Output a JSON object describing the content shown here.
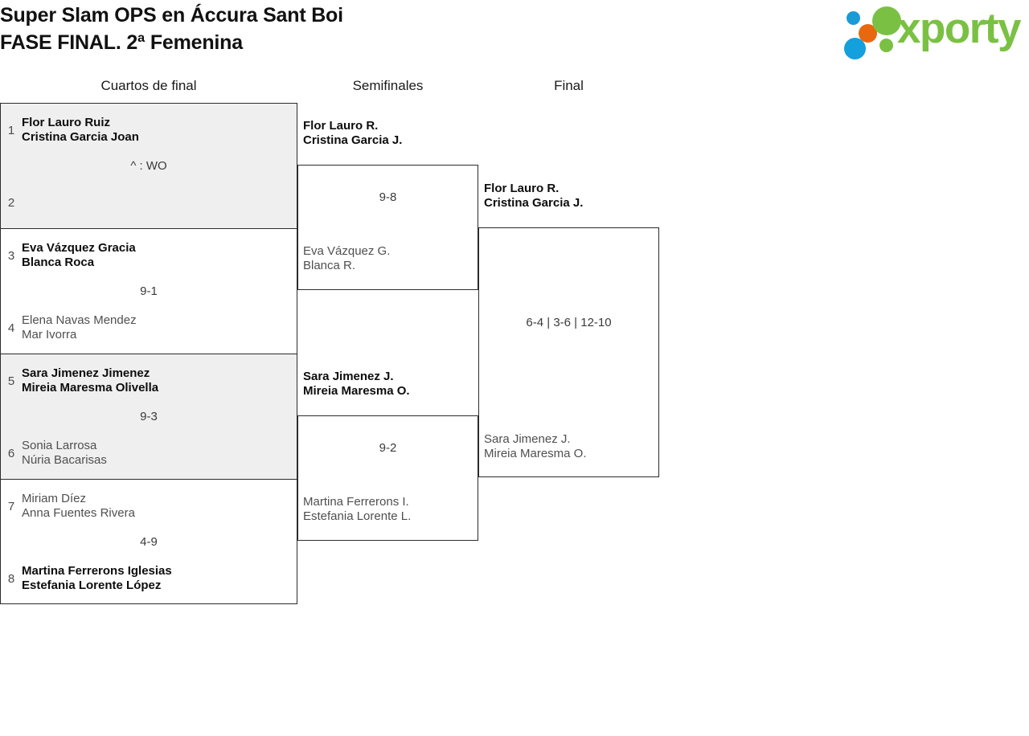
{
  "header": {
    "title_line1": "Super Slam OPS en Áccura Sant Boi",
    "title_line2": "FASE FINAL. 2ª Femenina",
    "logo": {
      "wordmark": "xporty",
      "colors": {
        "green": "#7ac143",
        "blue": "#13a0dc",
        "orange": "#e8680f"
      }
    }
  },
  "bracket": {
    "rounds": [
      {
        "label": "Cuartos de final"
      },
      {
        "label": "Semifinales"
      },
      {
        "label": "Final"
      }
    ],
    "round1": {
      "matches": [
        {
          "shaded": true,
          "score": "^ : WO",
          "top": {
            "seed": "1",
            "result": "winner",
            "player1": "Flor Lauro Ruiz",
            "player2": "Cristina Garcia Joan"
          },
          "bottom": {
            "seed": "2",
            "result": "empty",
            "player1": "",
            "player2": ""
          }
        },
        {
          "shaded": false,
          "score": "9-1",
          "top": {
            "seed": "3",
            "result": "winner",
            "player1": "Eva Vázquez Gracia",
            "player2": "Blanca Roca"
          },
          "bottom": {
            "seed": "4",
            "result": "loser",
            "player1": "Elena Navas Mendez",
            "player2": "Mar Ivorra"
          }
        },
        {
          "shaded": true,
          "score": "9-3",
          "top": {
            "seed": "5",
            "result": "winner",
            "player1": "Sara Jimenez Jimenez",
            "player2": "Mireia Maresma Olivella"
          },
          "bottom": {
            "seed": "6",
            "result": "loser",
            "player1": "Sonia Larrosa",
            "player2": "Núria Bacarisas"
          }
        },
        {
          "shaded": false,
          "score": "4-9",
          "top": {
            "seed": "7",
            "result": "loser",
            "player1": "Miriam Díez",
            "player2": "Anna Fuentes Rivera"
          },
          "bottom": {
            "seed": "8",
            "result": "winner",
            "player1": "Martina Ferrerons Iglesias",
            "player2": "Estefania Lorente López"
          }
        }
      ]
    },
    "semifinals": {
      "matches": [
        {
          "score": "9-8",
          "top": {
            "result": "winner",
            "player1": "Flor Lauro R.",
            "player2": "Cristina Garcia J."
          },
          "bottom": {
            "result": "loser",
            "player1": "Eva Vázquez G.",
            "player2": "Blanca R."
          }
        },
        {
          "score": "9-2",
          "top": {
            "result": "winner",
            "player1": "Sara Jimenez J.",
            "player2": "Mireia Maresma O."
          },
          "bottom": {
            "result": "loser",
            "player1": "Martina Ferrerons I.",
            "player2": "Estefania Lorente L."
          }
        }
      ]
    },
    "final": {
      "matches": [
        {
          "score": "6-4 | 3-6 | 12-10",
          "top": {
            "result": "winner",
            "player1": "Flor Lauro R.",
            "player2": "Cristina Garcia J."
          },
          "bottom": {
            "result": "loser",
            "player1": "Sara Jimenez J.",
            "player2": "Mireia Maresma O."
          }
        }
      ]
    }
  }
}
